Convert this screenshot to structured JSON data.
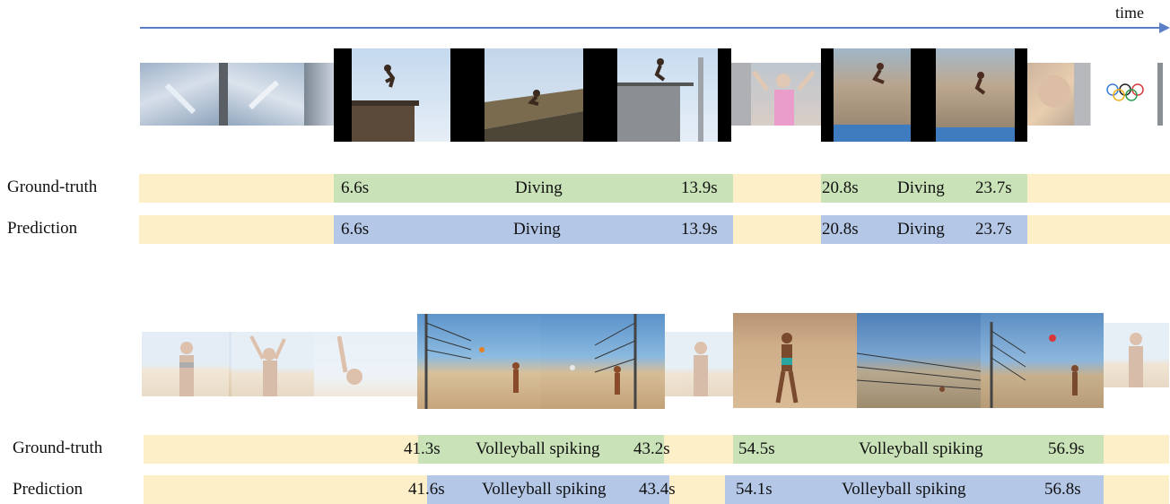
{
  "axis": {
    "label": "time"
  },
  "row_labels": {
    "ground_truth": "Ground-truth",
    "prediction": "Prediction"
  },
  "diving": {
    "gt": [
      {
        "start": "6.6s",
        "label": "Diving",
        "end": "13.9s"
      },
      {
        "start": "20.8s",
        "label": "Diving",
        "end": "23.7s"
      }
    ],
    "pred": [
      {
        "start": "6.6s",
        "label": "Diving",
        "end": "13.9s"
      },
      {
        "start": "20.8s",
        "label": "Diving",
        "end": "23.7s"
      }
    ]
  },
  "volleyball": {
    "gt": [
      {
        "start": "41.3s",
        "label": "Volleyball spiking",
        "end": "43.2s"
      },
      {
        "start": "54.5s",
        "label": "Volleyball spiking",
        "end": "56.9s"
      }
    ],
    "pred": [
      {
        "start": "41.6s",
        "label": "Volleyball spiking",
        "end": "43.4s"
      },
      {
        "start": "54.1s",
        "label": "Volleyball spiking",
        "end": "56.8s"
      }
    ]
  },
  "colors": {
    "background_bar": "#fdf0c8",
    "ground_truth_segment": "#c9e2b8",
    "prediction_segment": "#b4c7e7",
    "time_arrow": "#5b7fc7"
  },
  "frames": {
    "diving": [
      "underwater-diver-frame",
      "underwater-diver-frame",
      "platform-dive-frame",
      "platform-dive-frame",
      "platform-dive-frame",
      "diver-celebrating-frame",
      "city-backdrop-dive-frame",
      "city-backdrop-dive-frame",
      "athlete-closeup-frame",
      "olympic-rings-logo-frame"
    ],
    "volleyball": [
      "beach-player-frame",
      "beach-player-frame",
      "beach-player-frame",
      "net-spike-frame",
      "net-spike-frame",
      "beach-player-frame",
      "beach-serve-frame",
      "net-spike-frame",
      "net-spike-frame",
      "beach-player-frame"
    ]
  }
}
